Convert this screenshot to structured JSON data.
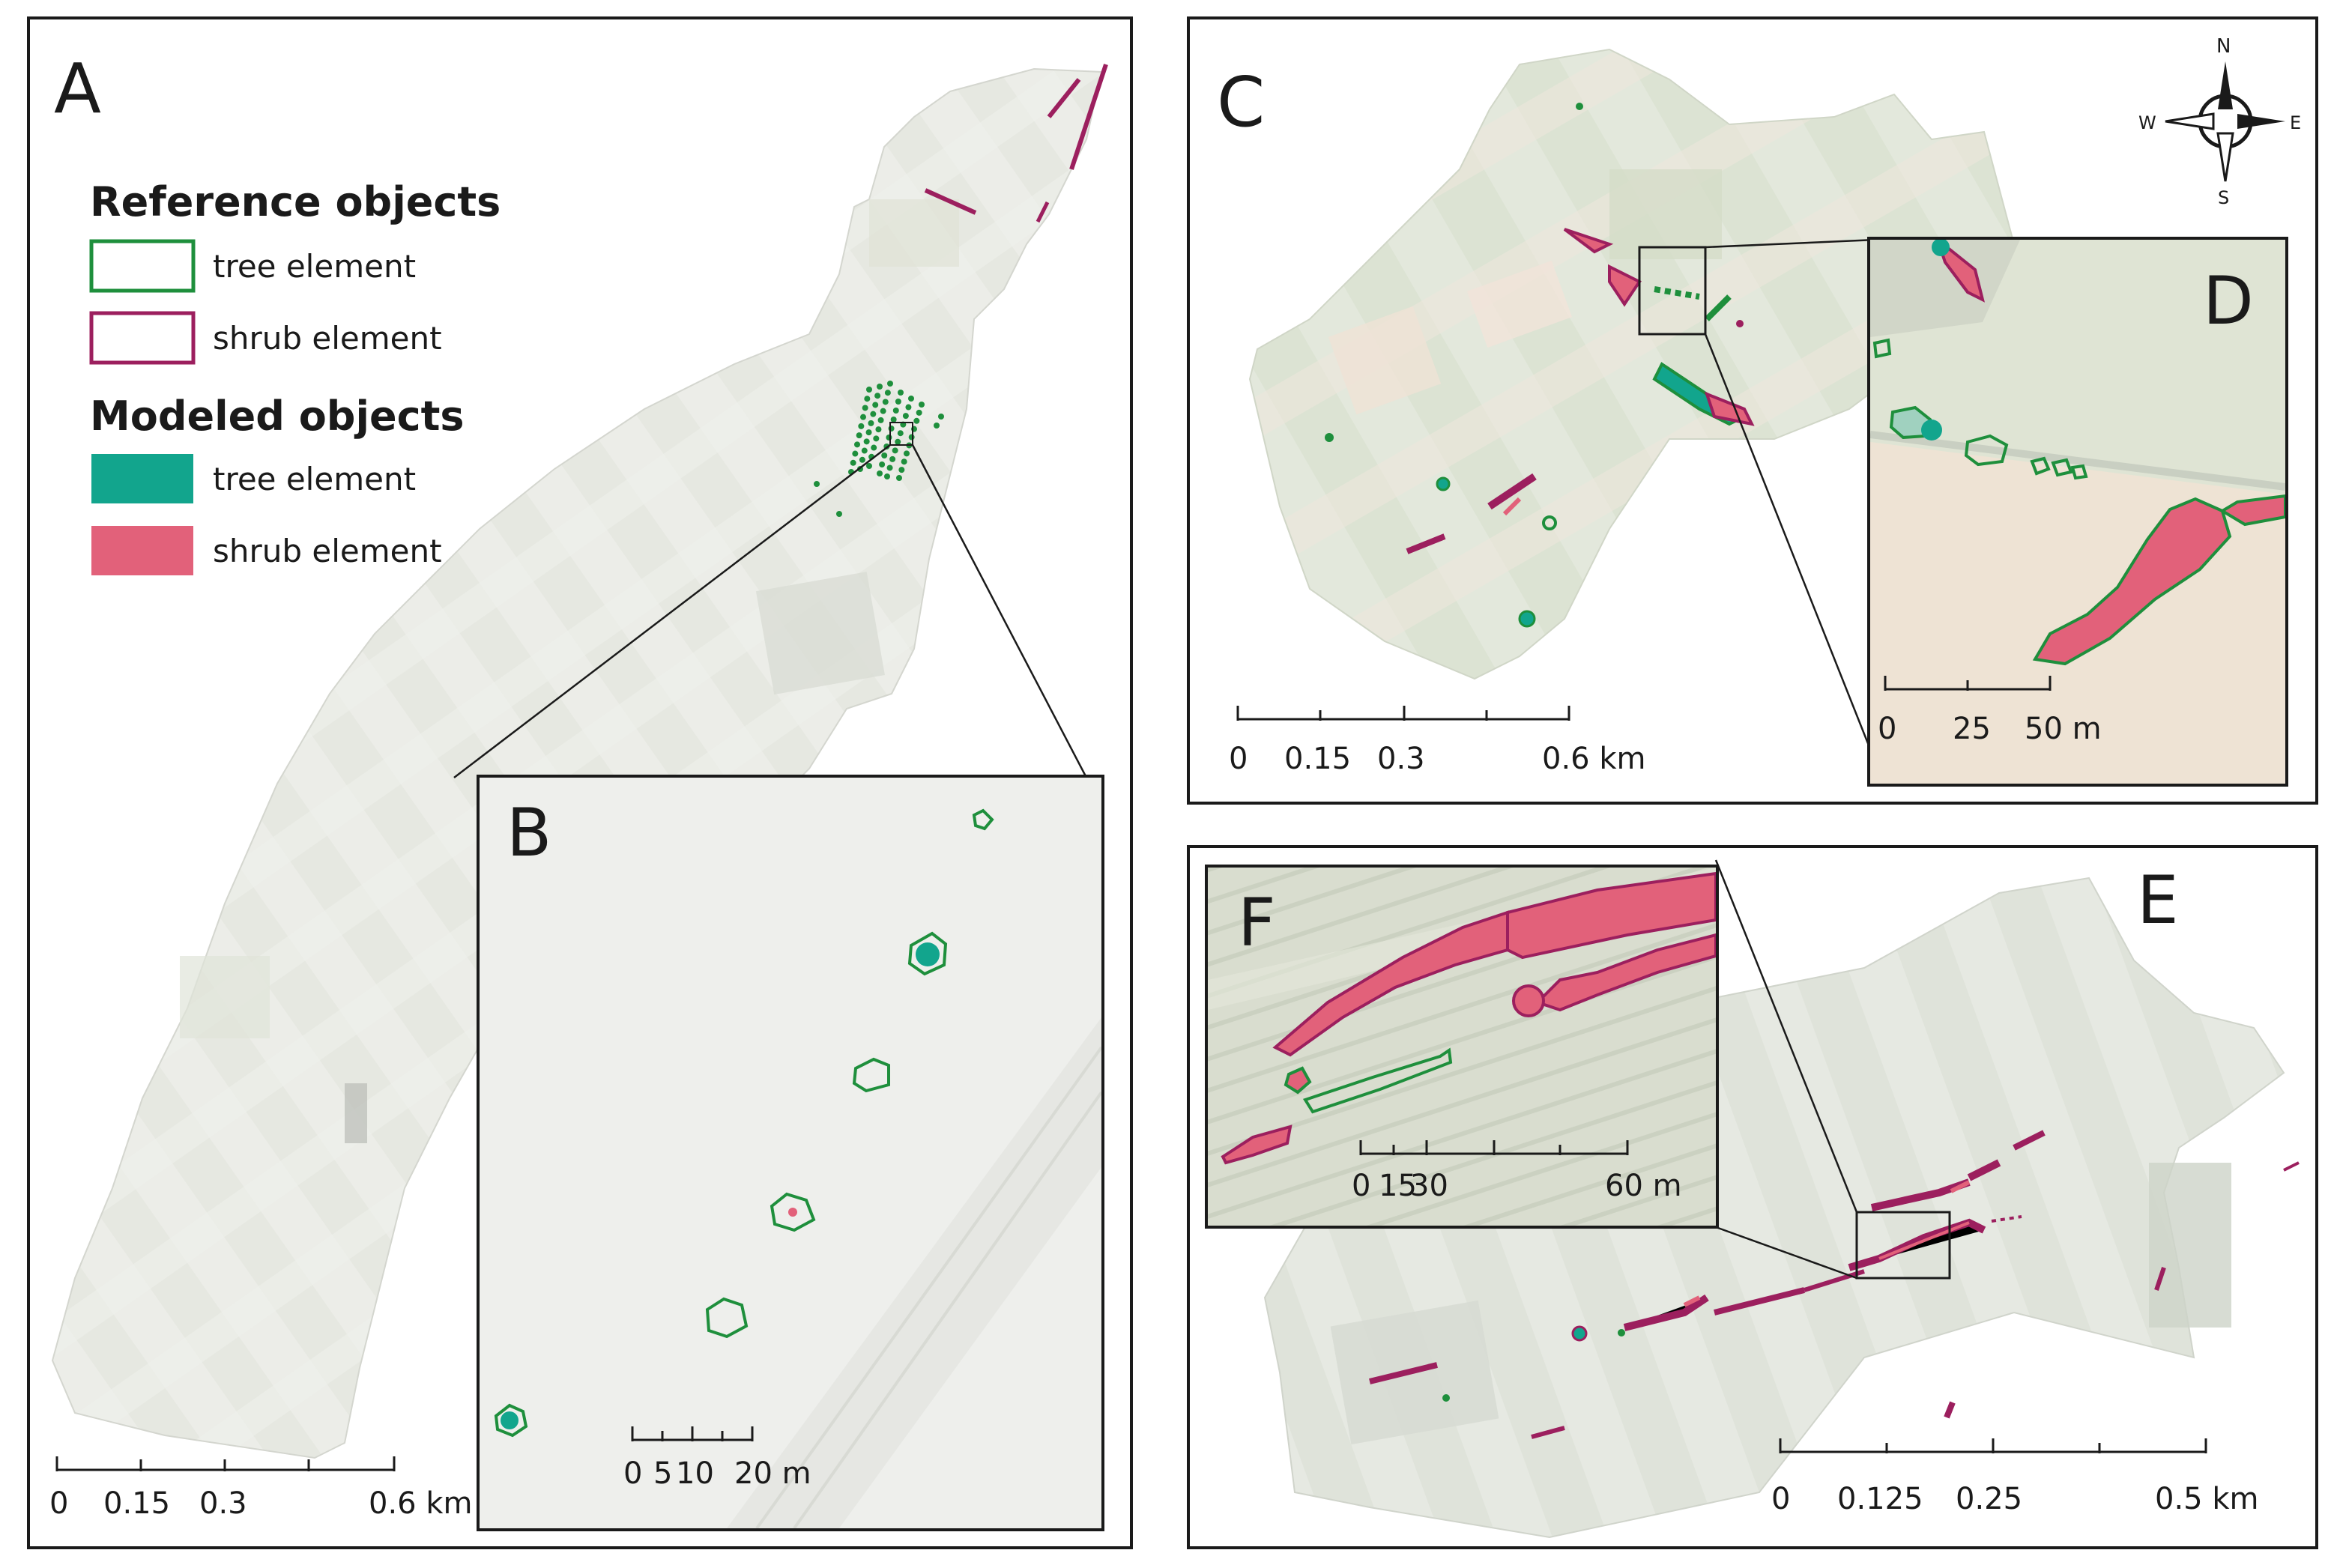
{
  "panels": {
    "a": {
      "label": "A"
    },
    "b": {
      "label": "B"
    },
    "c": {
      "label": "C"
    },
    "d": {
      "label": "D"
    },
    "e": {
      "label": "E"
    },
    "f": {
      "label": "F"
    }
  },
  "legend": {
    "reference_title": "Reference objects",
    "modeled_title": "Modeled objects",
    "items": [
      {
        "label": "tree element",
        "group": "reference",
        "stroke": "#1e8f3c"
      },
      {
        "label": "shrub element",
        "group": "reference",
        "stroke": "#9c1f5e"
      },
      {
        "label": "tree element",
        "group": "modeled",
        "fill": "#12a58d"
      },
      {
        "label": "shrub element",
        "group": "modeled",
        "fill": "#e2617a"
      }
    ]
  },
  "scalebars": {
    "a": {
      "ticks": [
        "0",
        "0.15",
        "0.3",
        "0.6 km"
      ]
    },
    "b": {
      "ticks": [
        "0",
        "5",
        "10",
        "20 m"
      ]
    },
    "c": {
      "ticks": [
        "0",
        "0.15",
        "0.3",
        "0.6 km"
      ]
    },
    "d": {
      "ticks": [
        "0",
        "25",
        "50 m"
      ]
    },
    "e": {
      "ticks": [
        "0",
        "0.125",
        "0.25",
        "0.5 km"
      ]
    },
    "f": {
      "ticks": [
        "0",
        "15",
        "30",
        "60 m"
      ]
    }
  },
  "compass": {
    "n": "N",
    "s": "S",
    "e": "E",
    "w": "W"
  },
  "colors": {
    "reference_tree": "#1e8f3c",
    "reference_shrub": "#9c1f5e",
    "modeled_tree": "#12a58d",
    "modeled_shrub": "#e2617a"
  }
}
